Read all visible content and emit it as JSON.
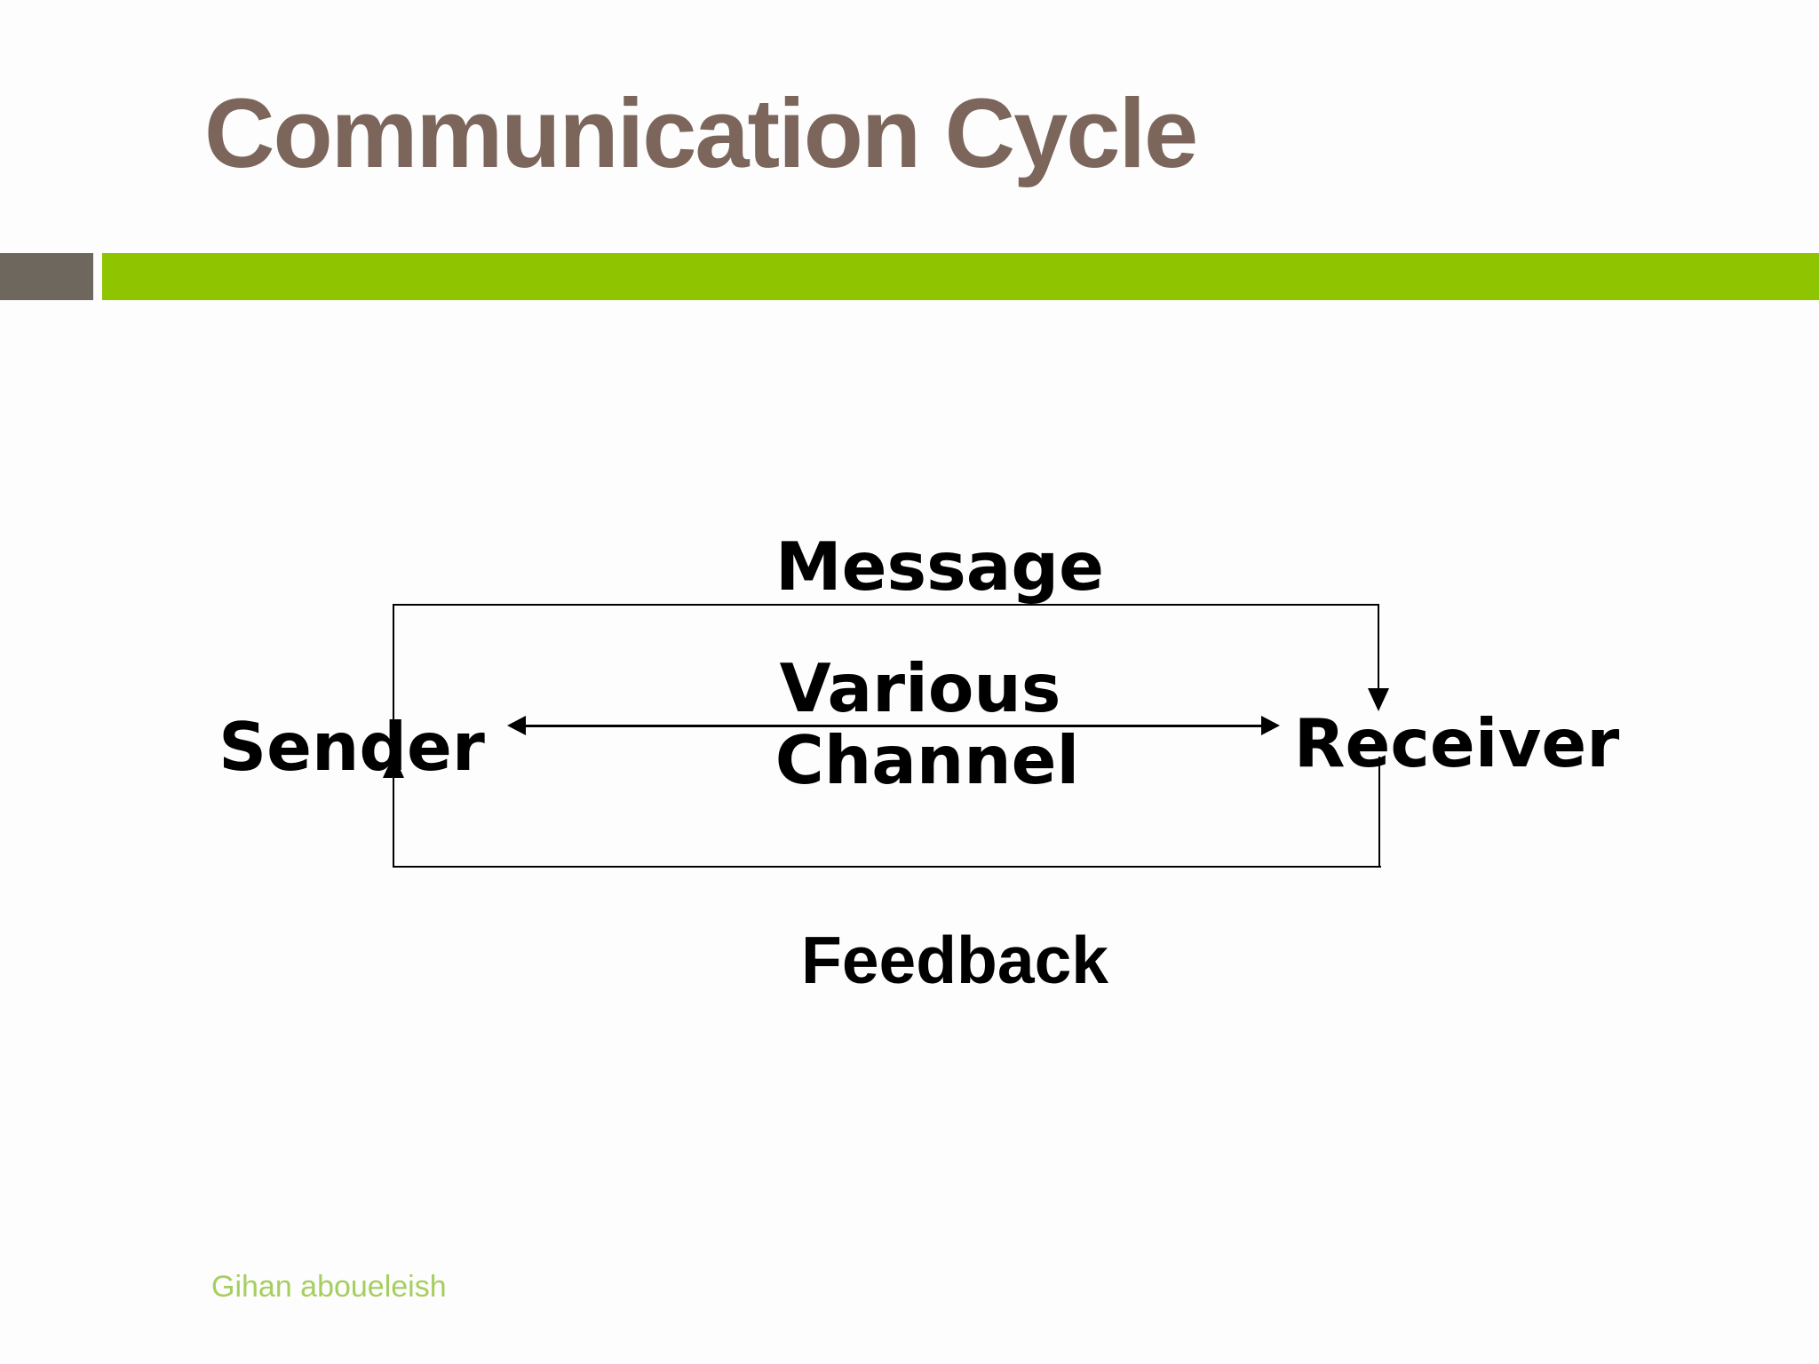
{
  "slide": {
    "title": "Communication Cycle",
    "footer_author": "Gihan aboueleish"
  },
  "diagram": {
    "nodes": {
      "sender": "Sender",
      "receiver": "Receiver"
    },
    "labels": {
      "message": "Message",
      "channel_line1": "Various",
      "channel_line2": "Channel",
      "feedback": "Feedback"
    },
    "flows": [
      {
        "name": "message-flow",
        "from": "Sender",
        "to": "Receiver",
        "label": "Message",
        "path": "top"
      },
      {
        "name": "channel-flow",
        "from": "Sender",
        "to": "Receiver",
        "label": "Various Channel",
        "path": "middle",
        "bidirectional": true
      },
      {
        "name": "feedback-flow",
        "from": "Receiver",
        "to": "Sender",
        "label": "Feedback",
        "path": "bottom"
      }
    ]
  },
  "colors": {
    "accent_green": "#8EC400",
    "block_gray": "#6E675D",
    "title_brown": "#7C665B",
    "footer_green": "#A6CE5E",
    "line_black": "#000000",
    "bg_white": "#FDFDFD"
  }
}
